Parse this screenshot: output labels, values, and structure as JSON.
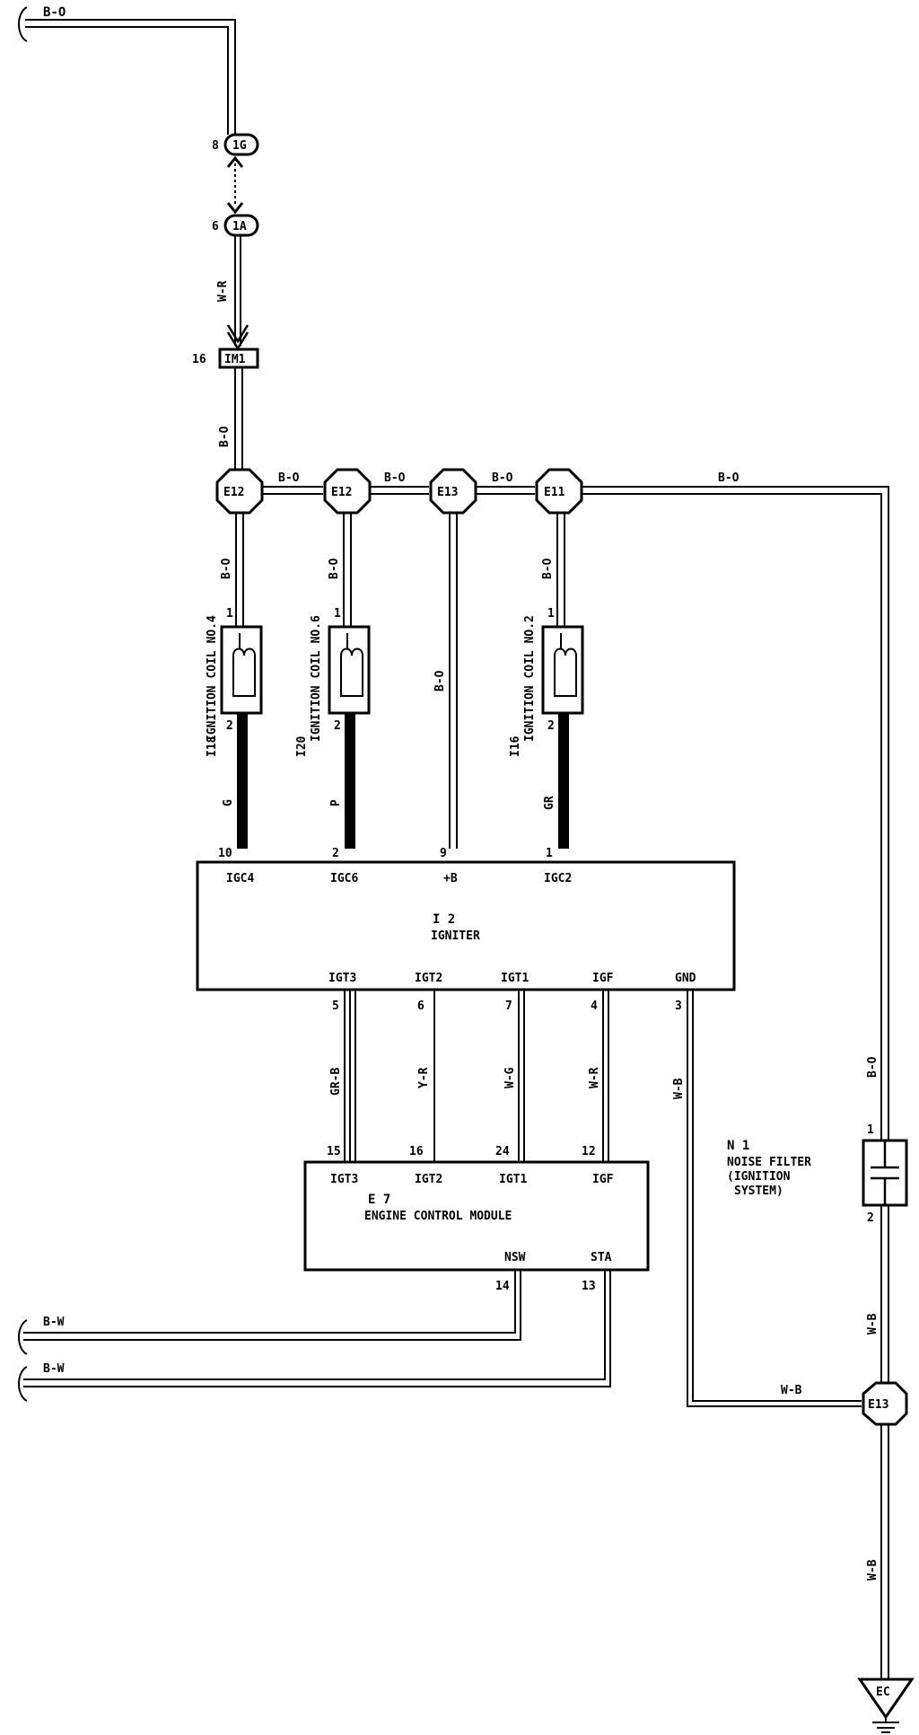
{
  "wires": {
    "top": "B-O",
    "wr": "W-R",
    "bo_vertical": "B-O",
    "bus1": "B-O",
    "bus2": "B-O",
    "bus3": "B-O",
    "bus_right": "B-O",
    "coil4_top": "B-O",
    "coil6_top": "B-O",
    "plusb": "B-O",
    "coil2_top": "B-O",
    "coil4_bottom": "G",
    "coil6_bottom": "P",
    "coil2_bottom": "GR",
    "igt3": "GR-B",
    "igt2": "Y-R",
    "igt1": "W-G",
    "igf": "W-R",
    "gnd": "W-B",
    "nf_top": "B-O",
    "nf_bottom": "W-B",
    "gnd_horiz": "W-B",
    "ground": "W-B",
    "nsw": "B-W",
    "sta": "B-W"
  },
  "connectors": {
    "c1g": "1G",
    "c1g_pin": "8",
    "c1a": "1A",
    "c1a_pin": "6",
    "im1": "IM1",
    "im1_pin": "16",
    "e12a": "E12",
    "e12b": "E12",
    "e13": "E13",
    "e11": "E11",
    "e13_lower": "E13",
    "ec": "EC"
  },
  "coils": [
    {
      "id": "I18",
      "name": "IGNITION COIL NO.4",
      "pin1": "1",
      "pin2": "2"
    },
    {
      "id": "I20",
      "name": "IGNITION COIL NO.6",
      "pin1": "1",
      "pin2": "2"
    },
    {
      "id": "I16",
      "name": "IGNITION COIL NO.2",
      "pin1": "1",
      "pin2": "2"
    }
  ],
  "igniter": {
    "id": "I 2",
    "name": "IGNITER",
    "top_pins": [
      {
        "num": "10",
        "label": "IGC4"
      },
      {
        "num": "2",
        "label": "IGC6"
      },
      {
        "num": "9",
        "label": "+B"
      },
      {
        "num": "1",
        "label": "IGC2"
      }
    ],
    "bottom_pins": [
      {
        "num": "5",
        "label": "IGT3"
      },
      {
        "num": "6",
        "label": "IGT2"
      },
      {
        "num": "7",
        "label": "IGT1"
      },
      {
        "num": "4",
        "label": "IGF"
      },
      {
        "num": "3",
        "label": "GND"
      }
    ]
  },
  "ecm": {
    "id": "E 7",
    "name": "ENGINE CONTROL MODULE",
    "top_pins": [
      {
        "num": "15",
        "label": "IGT3"
      },
      {
        "num": "16",
        "label": "IGT2"
      },
      {
        "num": "24",
        "label": "IGT1"
      },
      {
        "num": "12",
        "label": "IGF"
      }
    ],
    "bottom_pins": [
      {
        "num": "14",
        "label": "NSW"
      },
      {
        "num": "13",
        "label": "STA"
      }
    ]
  },
  "noise_filter": {
    "id": "N 1",
    "line1": "NOISE FILTER",
    "line2": "(IGNITION",
    "line3": "SYSTEM)",
    "pin1": "1",
    "pin2": "2"
  }
}
